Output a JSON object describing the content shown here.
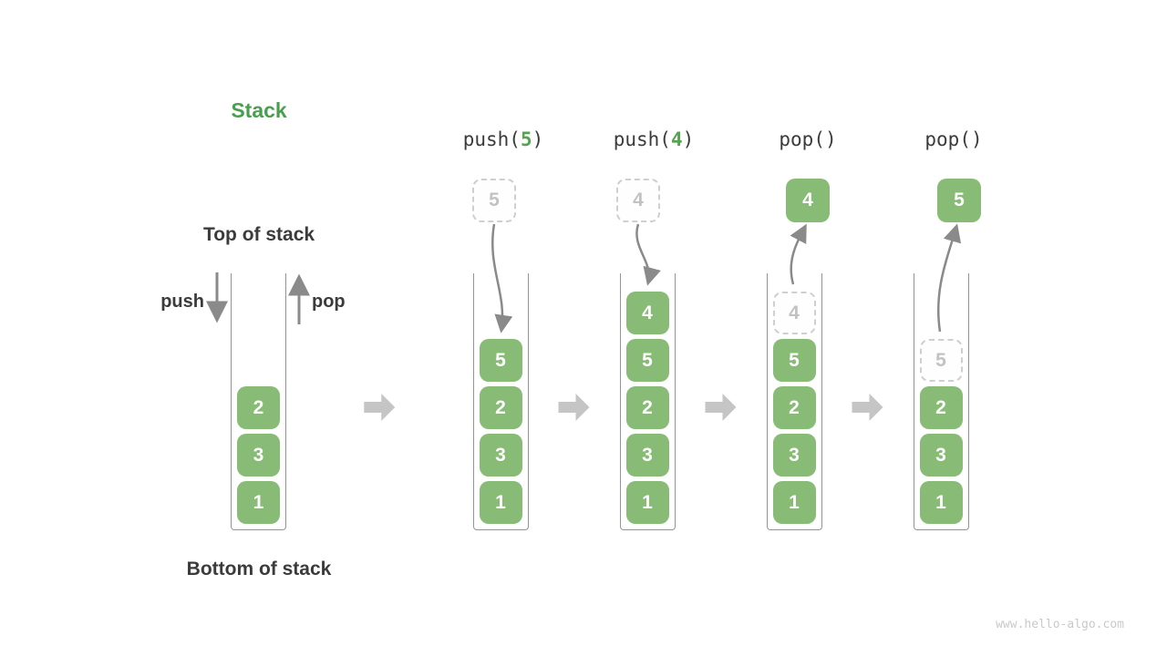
{
  "page": {
    "title": "Stack",
    "watermark": "www.hello-algo.com"
  },
  "legend": {
    "top_label": "Top of stack",
    "bottom_label": "Bottom of stack",
    "push_label": "push",
    "pop_label": "pop"
  },
  "colors": {
    "title_green": "#4a9e4f",
    "cell_green": "#87bb76",
    "cell_text": "#ffffff",
    "ghost_border": "#cfcfcf",
    "ghost_text": "#c2c2c2",
    "dark_text": "#3b3b3b",
    "arrow_gray": "#8a8a8a",
    "block_arrow_gray": "#c5c5c5",
    "container_border": "#949494",
    "watermark_gray": "#c9c9c9"
  },
  "icons": {
    "push_arrow": "arrow-down-icon",
    "pop_arrow": "arrow-up-icon",
    "transition": "block-arrow-right-icon"
  },
  "stacks": [
    {
      "name": "initial-stack",
      "op": null,
      "float": null,
      "arrow": null,
      "cells": [
        {
          "v": "2",
          "kind": "solid"
        },
        {
          "v": "3",
          "kind": "solid"
        },
        {
          "v": "1",
          "kind": "solid"
        }
      ]
    },
    {
      "name": "after-push-5",
      "op": {
        "pre": "push(",
        "arg": "5",
        "post": ")"
      },
      "float": {
        "v": "5",
        "kind": "ghost"
      },
      "arrow": "in",
      "cells": [
        {
          "v": "5",
          "kind": "solid"
        },
        {
          "v": "2",
          "kind": "solid"
        },
        {
          "v": "3",
          "kind": "solid"
        },
        {
          "v": "1",
          "kind": "solid"
        }
      ]
    },
    {
      "name": "after-push-4",
      "op": {
        "pre": "push(",
        "arg": "4",
        "post": ")"
      },
      "float": {
        "v": "4",
        "kind": "ghost"
      },
      "arrow": "in",
      "cells": [
        {
          "v": "4",
          "kind": "solid"
        },
        {
          "v": "5",
          "kind": "solid"
        },
        {
          "v": "2",
          "kind": "solid"
        },
        {
          "v": "3",
          "kind": "solid"
        },
        {
          "v": "1",
          "kind": "solid"
        }
      ]
    },
    {
      "name": "after-pop-4",
      "op": {
        "pre": "pop()",
        "arg": "",
        "post": ""
      },
      "float": {
        "v": "4",
        "kind": "solid"
      },
      "arrow": "out",
      "cells": [
        {
          "v": "4",
          "kind": "ghost"
        },
        {
          "v": "5",
          "kind": "solid"
        },
        {
          "v": "2",
          "kind": "solid"
        },
        {
          "v": "3",
          "kind": "solid"
        },
        {
          "v": "1",
          "kind": "solid"
        }
      ]
    },
    {
      "name": "after-pop-5",
      "op": {
        "pre": "pop()",
        "arg": "",
        "post": ""
      },
      "float": {
        "v": "5",
        "kind": "solid"
      },
      "arrow": "out",
      "cells": [
        {
          "v": "5",
          "kind": "ghost"
        },
        {
          "v": "2",
          "kind": "solid"
        },
        {
          "v": "3",
          "kind": "solid"
        },
        {
          "v": "1",
          "kind": "solid"
        }
      ]
    }
  ]
}
